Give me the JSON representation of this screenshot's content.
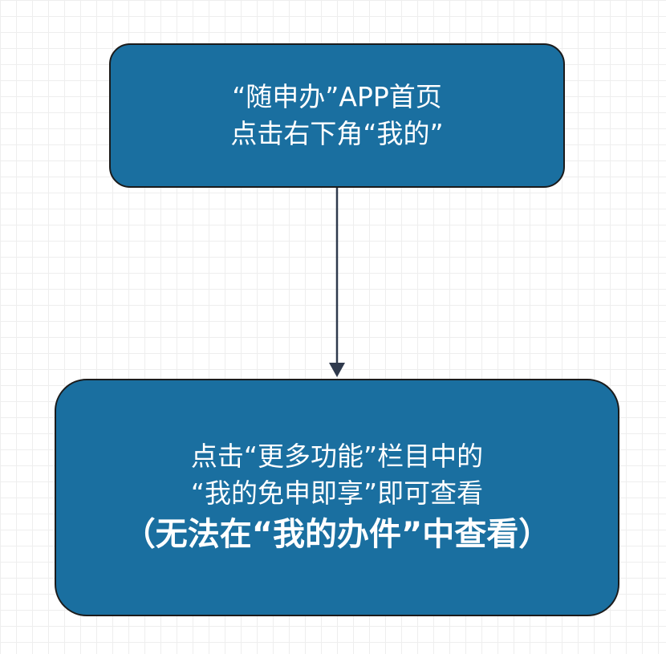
{
  "flowchart": {
    "nodes": [
      {
        "id": "step-1",
        "lines": [
          "“随申办”APP首页",
          "点击右下角“我的”"
        ]
      },
      {
        "id": "step-2",
        "lines": [
          "点击“更多功能”栏目中的",
          "“我的免申即享”即可查看",
          "（无法在“我的办件”中查看）"
        ]
      }
    ],
    "edges": [
      {
        "from": "step-1",
        "to": "step-2"
      }
    ]
  },
  "colors": {
    "node_fill": "#1a6fa0",
    "node_border": "#1b1b1b",
    "node_text": "#ffffff",
    "edge": "#2f3a4d"
  }
}
